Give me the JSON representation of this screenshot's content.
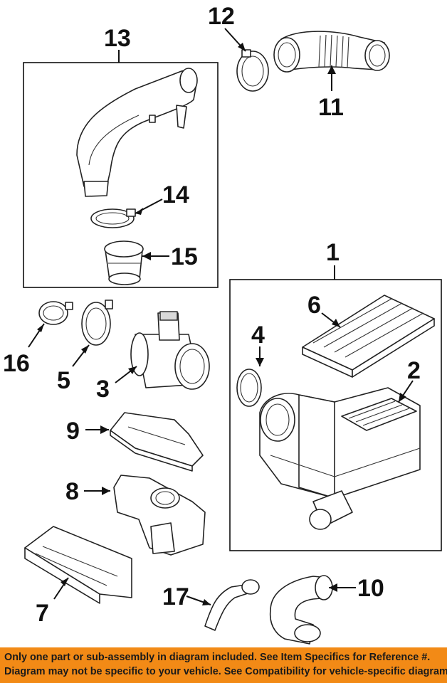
{
  "callouts": [
    "1",
    "2",
    "3",
    "4",
    "5",
    "6",
    "7",
    "8",
    "9",
    "10",
    "11",
    "12",
    "13",
    "14",
    "15",
    "16",
    "17"
  ],
  "footer": {
    "line1": "Only one part or sub-assembly in diagram included. See Item Specifics for Reference #.",
    "line2": "Diagram may not be specific to your vehicle. See Compatibility for vehicle-specific diagrams."
  },
  "colors": {
    "footer_bg": "#f28a16",
    "line": "#111111",
    "background": "#ffffff"
  }
}
